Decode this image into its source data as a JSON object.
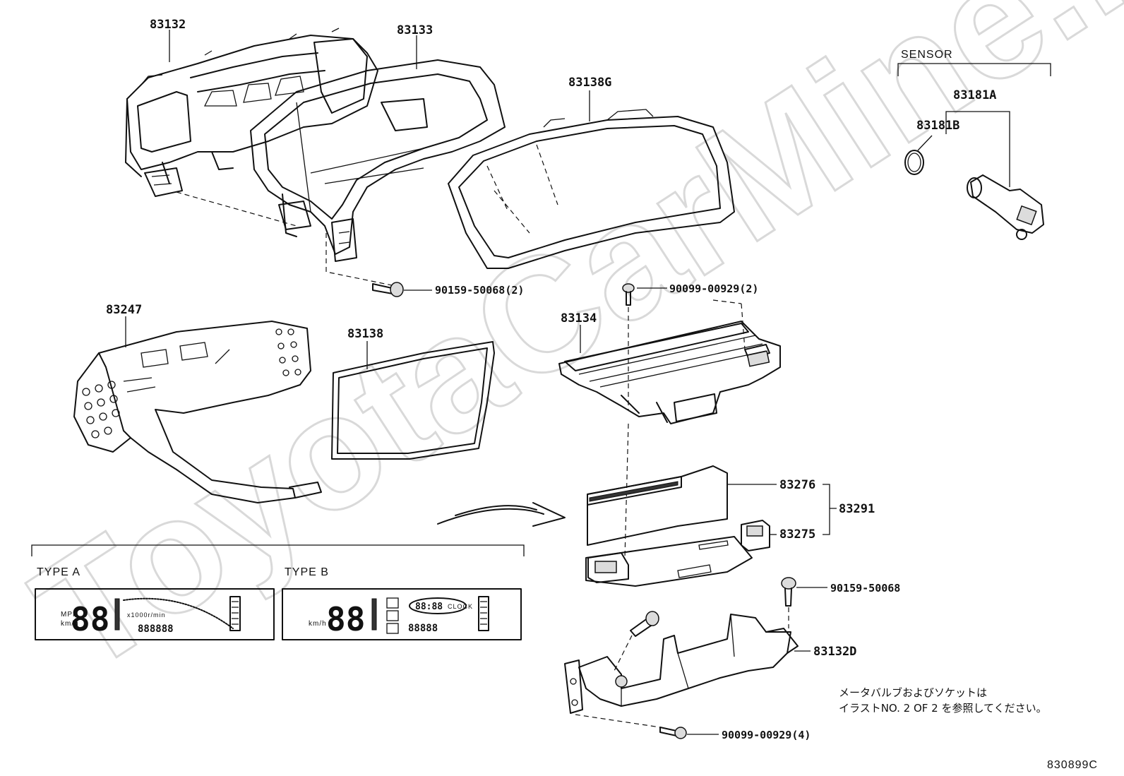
{
  "watermark": "ToyotaCarMine.ru",
  "labels": {
    "p83132": "83132",
    "p83133": "83133",
    "p83138g": "83138G",
    "p83247": "83247",
    "p83138": "83138",
    "p83134": "83134",
    "p83276": "83276",
    "p83291": "83291",
    "p83275": "83275",
    "p83132d": "83132D",
    "p83181a": "83181A",
    "p83181b": "83181B",
    "screw_90159_50068_2": "90159-50068(2)",
    "screw_90099_00929_2": "90099-00929(2)",
    "screw_90159_50068": "90159-50068",
    "screw_90099_00929_4": "90099-00929(4)"
  },
  "sensor_header": "SENSOR",
  "types": {
    "type_a": "TYPE A",
    "type_b": "TYPE B"
  },
  "display": {
    "digits": "88",
    "x1000": "x1000r/min",
    "mph": "MPH",
    "kmh": "km/h",
    "odo": "888888",
    "clock": "CLOCK",
    "clock_digits": "88:88",
    "odo_b": "88888"
  },
  "note": {
    "line1": "メータバルブおよびソケットは",
    "line2": "イラストNO. 2  OF  2  を参照してください。"
  },
  "diagram_code": "830899C"
}
